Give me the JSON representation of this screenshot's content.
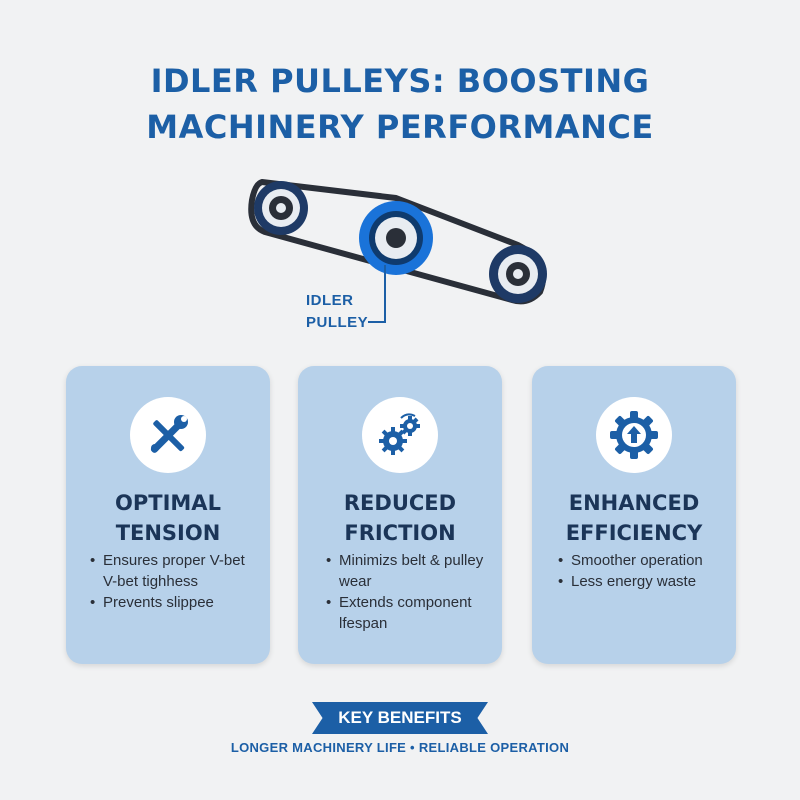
{
  "title": {
    "line1": "IDLER PULLEYS: BOOSTING",
    "line2": "MACHINERY PERFORMANCE"
  },
  "diagram": {
    "callout_line1": "IDLER",
    "callout_line2": "PULLEY"
  },
  "cards": [
    {
      "icon": "wrench-screwdriver-icon",
      "title_line1": "OPTIMAL",
      "title_line2": "TENSION",
      "bullets": [
        "Ensures proper V-bet V-bet tighhess",
        "Prevents slippee"
      ]
    },
    {
      "icon": "gears-icon",
      "title_line1": "REDUCED",
      "title_line2": "FRICTION",
      "bullets": [
        "Minimizs belt & pulley wear",
        "Extends component lfespan"
      ]
    },
    {
      "icon": "gear-arrow-up-icon",
      "title_line1": "ENHANCED",
      "title_line2": "EFFICIENCY",
      "bullets": [
        "Smoother operation",
        "Less energy waste"
      ]
    }
  ],
  "banner": "KEY BENEFITS",
  "footer": "LONGER MACHINERY LIFE • RELIABLE OPERATION",
  "colors": {
    "accent": "#1c5fa6",
    "card": "#b7d1ea",
    "heading": "#1b3558",
    "background": "#f1f2f3"
  }
}
